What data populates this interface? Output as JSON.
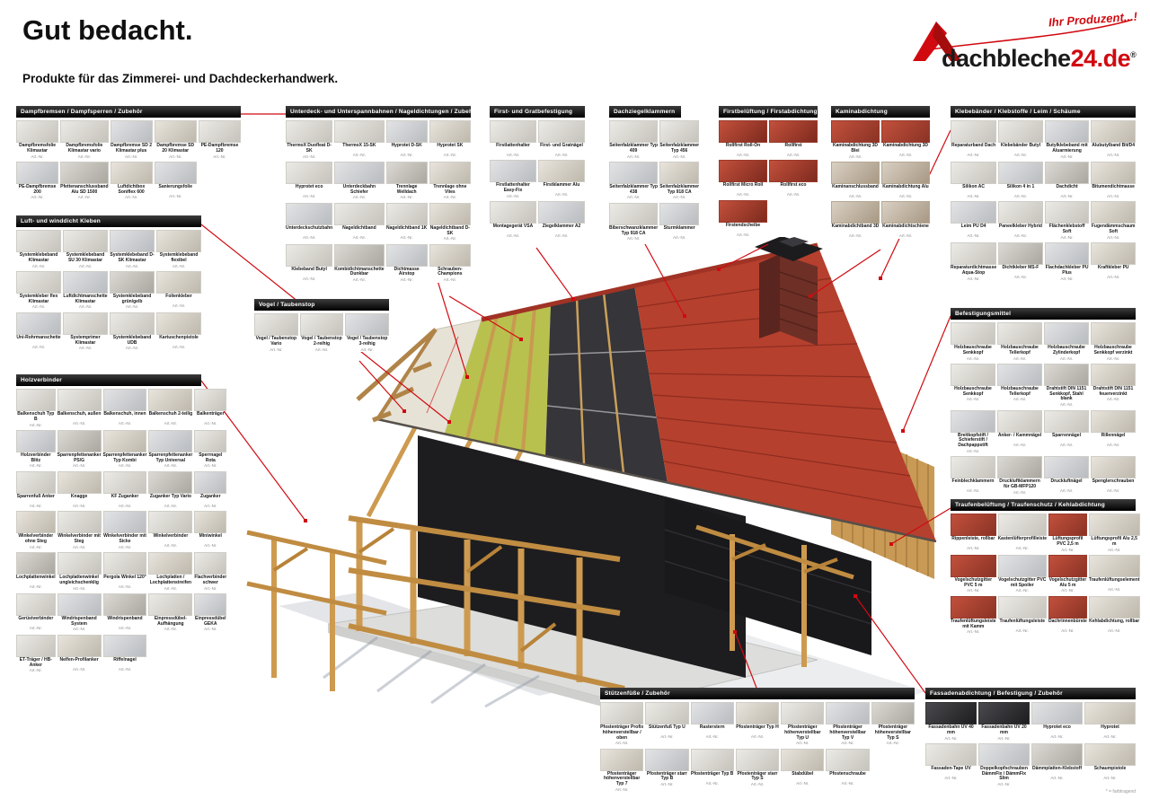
{
  "poster": {
    "title": "Gut bedacht.",
    "subtitle": "Produkte für das Zimmerei- und Dachdeckerhandwerk."
  },
  "logo": {
    "tagline": "Ihr Produzent...!",
    "wordmark_dark": "dachbleche",
    "wordmark_red": "24.de",
    "registered": "®",
    "accent_color": "#d10a10"
  },
  "common": {
    "art_label": "Art.-Nr."
  },
  "footer": {
    "note": "* = farbtragend"
  },
  "colors": {
    "accent": "#d10a10",
    "panel_header_bg": "#121212",
    "roof_red": "#b5402e",
    "wood": "#cd9a4f"
  },
  "panels": {
    "dampfbremsen": {
      "title": "Dampfbremsen / Dampfsperren / Zubehör",
      "products": [
        {
          "name": "Dampfbremsfolie Klimastar"
        },
        {
          "name": "Dampfbremsfolie Klimastar vario"
        },
        {
          "name": "Dampfbremse SD 2 Klimastar plus"
        },
        {
          "name": "Dampfbremse SD 20 Klimastar"
        },
        {
          "name": "PE-Dampfbremse 120"
        },
        {
          "name": "PE-Dampfbremse 200"
        },
        {
          "name": "Pfettenanschlussband Alu SD 1500"
        },
        {
          "name": "Luftdichtbox Soniflex 600"
        },
        {
          "name": "Sanierungsfolie"
        }
      ]
    },
    "luft": {
      "title": "Luft- und winddicht Kleben",
      "products": [
        {
          "name": "Systemklebeband Klimastar"
        },
        {
          "name": "Systemklebeband SU 30 Klimastar"
        },
        {
          "name": "Systemklebeband D-SK Klimastar"
        },
        {
          "name": "Systemklebeband flexibel"
        },
        {
          "name": "Systemkleber flex Klimastar"
        },
        {
          "name": "Luftdichtmanschette Klimastar"
        },
        {
          "name": "Systemklebeband grün/gelb"
        },
        {
          "name": "Folienkleber"
        },
        {
          "name": "Uni-Rohrmanschette"
        },
        {
          "name": "Systemprimer Klimastar"
        },
        {
          "name": "Systemklebeband UDB"
        },
        {
          "name": "Kartuschenpistole"
        }
      ]
    },
    "holz": {
      "title": "Holzverbinder",
      "products": [
        {
          "name": "Balkenschuh Typ B"
        },
        {
          "name": "Balkenschuh, außen"
        },
        {
          "name": "Balkenschuh, innen"
        },
        {
          "name": "Balkenschuh 2-teilig"
        },
        {
          "name": "Balkenträger"
        },
        {
          "name": "Holzverbinder Blitz"
        },
        {
          "name": "Sparrenpfettenanker PS/G"
        },
        {
          "name": "Sparrenpfettenanker Typ Kombi"
        },
        {
          "name": "Sparrenpfettenanker Typ Universal"
        },
        {
          "name": "Sperrnagel Rota"
        },
        {
          "name": "Sparrenfuß Anker"
        },
        {
          "name": "Knagge"
        },
        {
          "name": "KF Zuganker"
        },
        {
          "name": "Zuganker Typ Vario"
        },
        {
          "name": "Zuganker"
        },
        {
          "name": "Winkelverbinder ohne Steg"
        },
        {
          "name": "Winkelverbinder mit Steg"
        },
        {
          "name": "Winkelverbinder mit Sicke"
        },
        {
          "name": "Winkelverbinder"
        },
        {
          "name": "Miniwinkel"
        },
        {
          "name": "Lochplattenwinkel"
        },
        {
          "name": "Lochplattenwinkel ungleichschenklig"
        },
        {
          "name": "Pergola Winkel 120°"
        },
        {
          "name": "Lochplatten / Lochplattenstreifen"
        },
        {
          "name": "Flachverbinder schwer"
        },
        {
          "name": "Gerüstverbinder"
        },
        {
          "name": "Windrispenband System"
        },
        {
          "name": "Windrispenband"
        },
        {
          "name": "Einpressdübel-Aufhängung"
        },
        {
          "name": "Einpressdübel GEKA"
        },
        {
          "name": "ET-Träger / HB-Anker"
        },
        {
          "name": "Nelfen-Profilanker"
        },
        {
          "name": "Riffelnagel"
        }
      ]
    },
    "unterdeck": {
      "title": "Unterdeck- und Unterspannbahnen / Nageldichtungen / Zubehör",
      "products": [
        {
          "name": "ThermoX Duofleat D-SK"
        },
        {
          "name": "ThermoX 15-SK"
        },
        {
          "name": "Hyprotet D-SK"
        },
        {
          "name": "Hyprotet SK"
        },
        {
          "name": "Hyprotet eco"
        },
        {
          "name": "Unterdeckbahn Schiefer"
        },
        {
          "name": "Trennlage Welldach"
        },
        {
          "name": "Trennlage ohne Vlies"
        },
        {
          "name": "Unterdeckschutzbahn"
        },
        {
          "name": "Nageldichtband"
        },
        {
          "name": "Nageldichtband 1K"
        },
        {
          "name": "Nageldichtband D-SK"
        },
        {
          "name": "Klebeband Butyl"
        },
        {
          "name": "Kombidichtmanschette Dunkbar"
        },
        {
          "name": "Dichtmasse Airstop"
        },
        {
          "name": "Schrauben-Champions"
        }
      ]
    },
    "vogel": {
      "title": "Vogel / Taubenstop",
      "products": [
        {
          "name": "Vogel / Taubenstop Vario"
        },
        {
          "name": "Vogel / Taubenstop 2-reihig"
        },
        {
          "name": "Vogel / Taubenstop 3-reihig"
        }
      ]
    },
    "first": {
      "title": "First- und Gratbefestigung",
      "products": [
        {
          "name": "Firstlattenhalter"
        },
        {
          "name": "First- und Gratnägel"
        },
        {
          "name": "Firstlattenhalter Easy-Fix"
        },
        {
          "name": "Firstklammer Alu"
        },
        {
          "name": "Montagegerät VSA"
        },
        {
          "name": "Ziegelklammer A2"
        }
      ]
    },
    "dachziegel": {
      "title": "Dachziegelklammern",
      "products": [
        {
          "name": "Seitenfalzklammer Typ 409"
        },
        {
          "name": "Seitenfalzklammer Typ 456"
        },
        {
          "name": "Seitenfalzklammer Typ 438"
        },
        {
          "name": "Seitenfalzklammer Typ 918 CA"
        },
        {
          "name": "Biberschwanzklammer Typ 918 CA"
        },
        {
          "name": "Sturmklammer"
        }
      ]
    },
    "firstb": {
      "title": "Firstbelüftung / Firstabdichtung",
      "products": [
        {
          "name": "Rollfirst Roll-On"
        },
        {
          "name": "Rollfirst"
        },
        {
          "name": "Rollfirst Micro Roll"
        },
        {
          "name": "Rollfirst eco"
        },
        {
          "name": "Firstendscheibe"
        }
      ]
    },
    "kamin": {
      "title": "Kaminabdichtung",
      "products": [
        {
          "name": "Kaminabdichtung 3D Blei"
        },
        {
          "name": "Kaminabdichtung 3D"
        },
        {
          "name": "Kaminanschlussband"
        },
        {
          "name": "Kaminabdichtung Alu"
        },
        {
          "name": "Kaminabdichtband 3D"
        },
        {
          "name": "Kaminabdichtschiene"
        }
      ]
    },
    "klebe": {
      "title": "Klebebänder / Klebstoffe / Leim / Schäume",
      "products": [
        {
          "name": "Reparaturband Dach"
        },
        {
          "name": "Klebebänder Butyl"
        },
        {
          "name": "Butylklebeband mit Aluarmierung"
        },
        {
          "name": "Alubutylband Bit/D4"
        },
        {
          "name": "Silikon AC"
        },
        {
          "name": "Silikon 4 in 1"
        },
        {
          "name": "Dachdicht"
        },
        {
          "name": "Bitumendichtmasse"
        },
        {
          "name": "Leim PU D4"
        },
        {
          "name": "Paneelkleber Hybrid"
        },
        {
          "name": "Flächenklebstoff Soft"
        },
        {
          "name": "Fugendämmschaum Soft"
        },
        {
          "name": "Reparaturdichtmasse Aqua-Stop"
        },
        {
          "name": "Dichtkleber MS-F"
        },
        {
          "name": "Flachdachkleber PU Plus"
        },
        {
          "name": "Kraftkleber PU"
        }
      ]
    },
    "befest": {
      "title": "Befestigungsmittel",
      "products": [
        {
          "name": "Holzbauschraube Senkkopf"
        },
        {
          "name": "Holzbauschraube Tellerkopf"
        },
        {
          "name": "Holzbauschraube Zylinderkopf"
        },
        {
          "name": "Holzbauschraube Senkkopf verzinkt"
        },
        {
          "name": "Holzbauschraube Senkkopf"
        },
        {
          "name": "Holzbauschraube Tellerkopf"
        },
        {
          "name": "Drahtstift DIN 1151 Senkkopf, Stahl blank"
        },
        {
          "name": "Drahtstift DIN 1151 feuerverzinkt"
        },
        {
          "name": "Breitkopfstift / Schieferstift / Dachpappstift"
        },
        {
          "name": "Anker- / Kammnägel"
        },
        {
          "name": "Sparrennägel"
        },
        {
          "name": "Rillennägel"
        },
        {
          "name": "Feinblechklammern"
        },
        {
          "name": "Druckluftklammern für GB-MFP120"
        },
        {
          "name": "Druckluftnägel"
        },
        {
          "name": "Spenglerschrauben"
        }
      ]
    },
    "traufen": {
      "title": "Traufenbelüftung / Traufenschutz / Kehlabdichtung",
      "products": [
        {
          "name": "Rippenleiste, rollbar"
        },
        {
          "name": "Kastenlüfterprofilleiste"
        },
        {
          "name": "Lüftungsprofil PVC 2,5 m"
        },
        {
          "name": "Lüftungsprofil Alu 2,5 m"
        },
        {
          "name": "Vogelschutzgitter PVC 5 m"
        },
        {
          "name": "Vogelschutzgitter PVC mit Spoiler"
        },
        {
          "name": "Vogelschutzgitter Alu 5 m"
        },
        {
          "name": "Traufenlüftungselement"
        },
        {
          "name": "Traufenlüftungsleiste mit Kamm"
        },
        {
          "name": "Traufenlüftungsleiste"
        },
        {
          "name": "Dachrinnenbürste"
        },
        {
          "name": "Kehlabdichtung, rollbar"
        }
      ]
    },
    "stuetzen": {
      "title": "Stützenfüße / Zubehör",
      "products": [
        {
          "name": "Pfostenträger Profix höhenverstellbar / oben"
        },
        {
          "name": "Stützenfuß Typ U"
        },
        {
          "name": "Rasterstern"
        },
        {
          "name": "Pfostenträger Typ H"
        },
        {
          "name": "Pfostenträger höhenverstellbar Typ U"
        },
        {
          "name": "Pfostenträger höhenverstellbar Typ V"
        },
        {
          "name": "Pfostenträger höhenverstellbar Typ S"
        },
        {
          "name": "Pfostenträger höhenverstellbar Typ 7"
        },
        {
          "name": "Pfostenträger starr Typ B"
        },
        {
          "name": "Pfostenträger Typ B"
        },
        {
          "name": "Pfostenträger starr Typ S"
        },
        {
          "name": "Stabdübel"
        },
        {
          "name": "Pfostenschraube"
        }
      ]
    },
    "fassaden": {
      "title": "Fassadenabdichtung / Befestigung / Zubehör",
      "products": [
        {
          "name": "Fassadenbahn UV 40 mm"
        },
        {
          "name": "Fassadenbahn UV 20 mm"
        },
        {
          "name": "Hyprotet eco"
        },
        {
          "name": "Hyprotet"
        },
        {
          "name": "Fassaden-Tape UV"
        },
        {
          "name": "Doppelkopfschrauben DämmFix / DämmFix Slim"
        },
        {
          "name": "Dämmplatten-Klebstoff"
        },
        {
          "name": "Schaumpistole"
        }
      ]
    }
  }
}
